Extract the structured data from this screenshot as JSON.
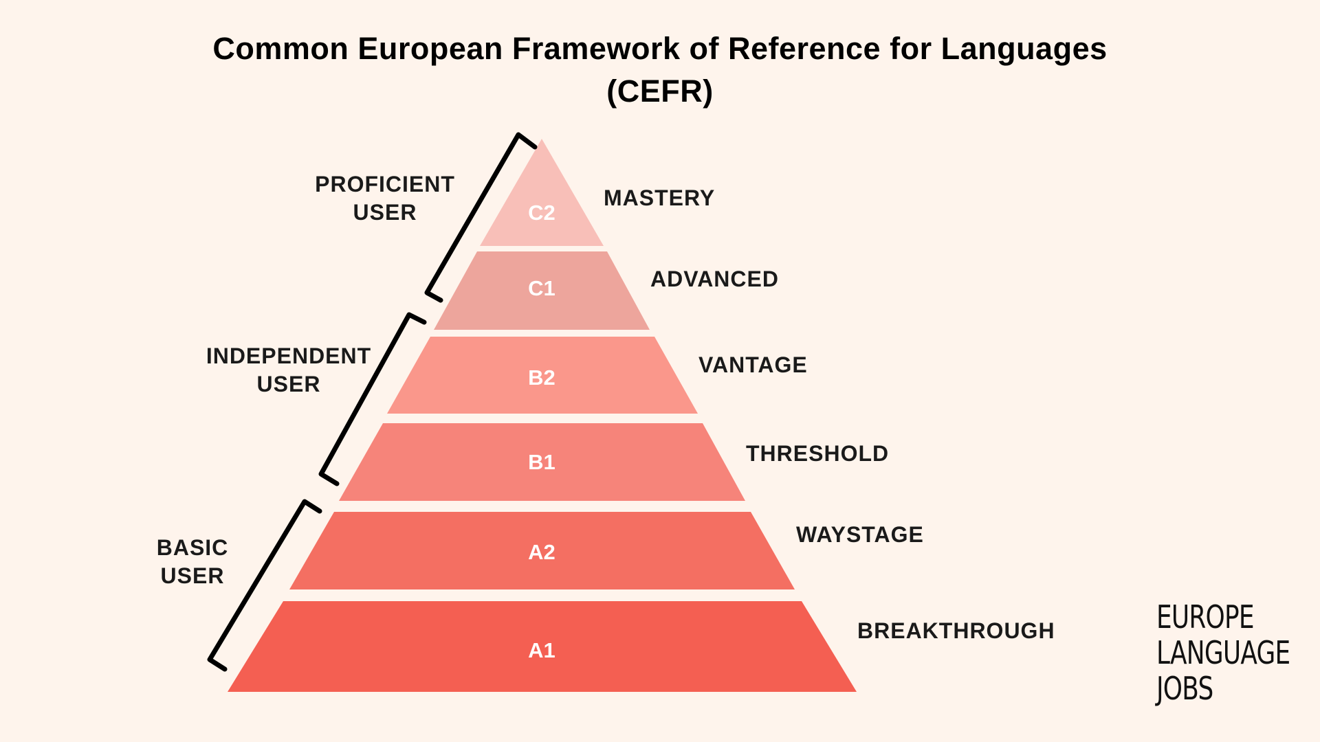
{
  "title_line1": "Common European Framework of Reference for Languages",
  "title_line2": "(CEFR)",
  "levels": [
    {
      "code": "C2",
      "name": "MASTERY",
      "color": "#F8BFB8"
    },
    {
      "code": "C1",
      "name": "ADVANCED",
      "color": "#EDA59C"
    },
    {
      "code": "B2",
      "name": "VANTAGE",
      "color": "#FA978B"
    },
    {
      "code": "B1",
      "name": "THRESHOLD",
      "color": "#F6847A"
    },
    {
      "code": "A2",
      "name": "WAYSTAGE",
      "color": "#F46F62"
    },
    {
      "code": "A1",
      "name": "BREAKTHROUGH",
      "color": "#F45F52"
    }
  ],
  "groups": [
    {
      "line1": "PROFICIENT",
      "line2": "USER"
    },
    {
      "line1": "INDEPENDENT",
      "line2": "USER"
    },
    {
      "line1": "BASIC",
      "line2": "USER"
    }
  ],
  "logo": {
    "line1": "EUROPE",
    "line2": "LANGUAGE",
    "line3": "JOBS"
  },
  "colors": {
    "background": "#FEF4EC",
    "bracket": "#000000",
    "tier_text": "#FFFFFF"
  }
}
